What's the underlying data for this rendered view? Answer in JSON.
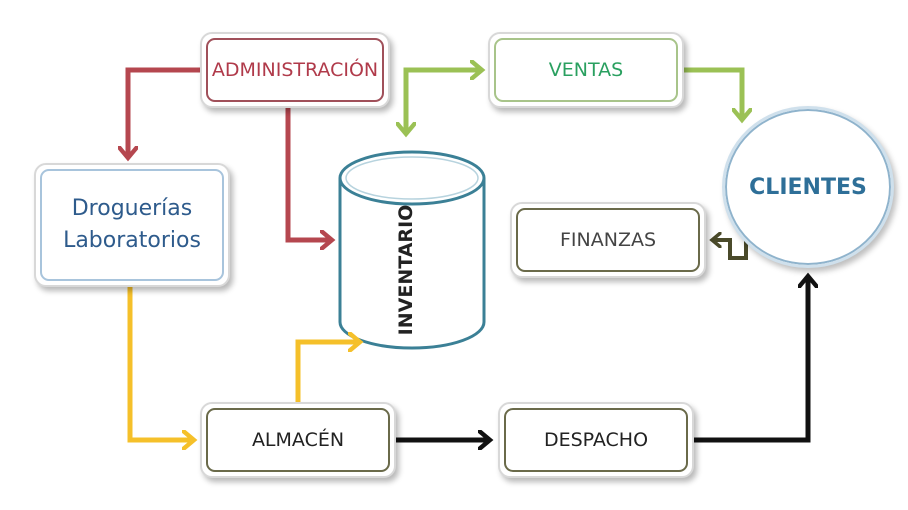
{
  "nodes": {
    "administracion": "ADMINISTRACIÓN",
    "ventas": "VENTAS",
    "droguerias_line1": "Droguerías",
    "droguerias_line2": "Laboratorios",
    "inventario": "INVENTARIO",
    "clientes": "CLIENTES",
    "finanzas": "FINANZAS",
    "almacen": "ALMACÉN",
    "despacho": "DESPACHO"
  },
  "colors": {
    "admin_arrow": "#b5474f",
    "ventas_arrow": "#9bc155",
    "almacen_arrow": "#f5c02a",
    "dispatch_arrow": "#111111",
    "finanzas_arrow": "#4a4a2a"
  }
}
